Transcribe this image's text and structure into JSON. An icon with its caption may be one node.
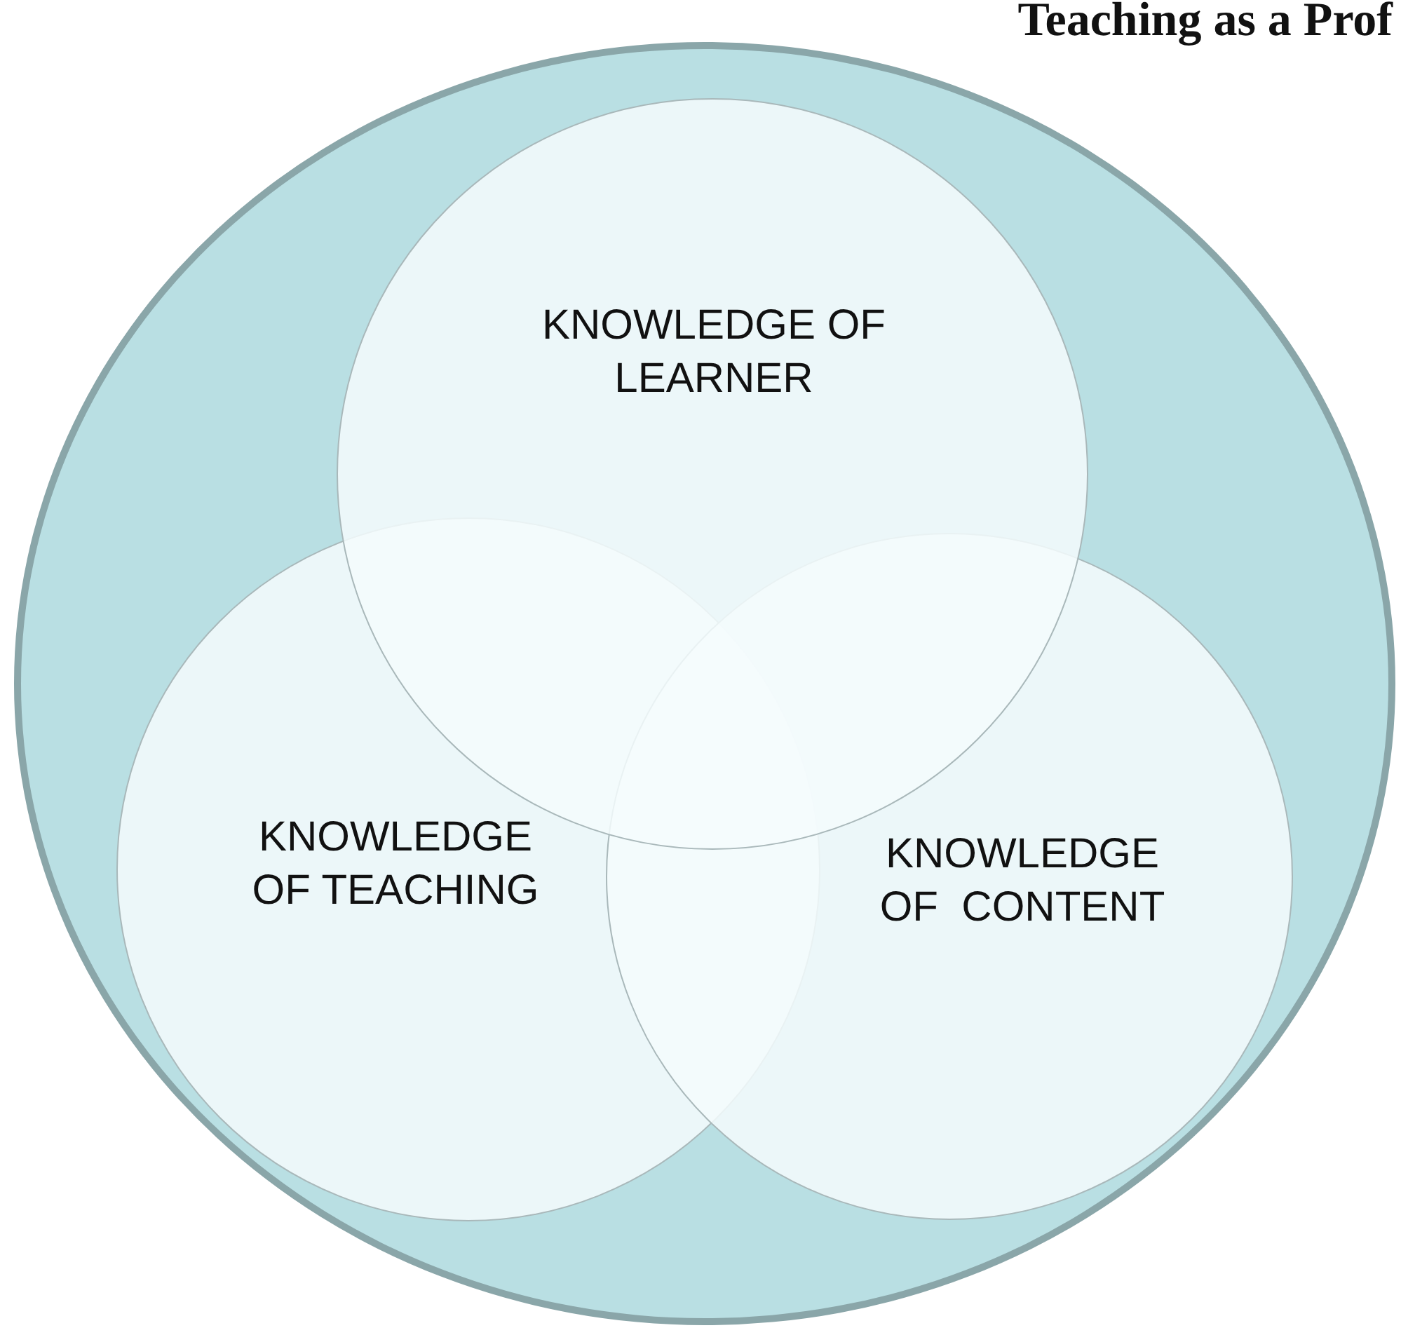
{
  "diagram": {
    "title": "Teaching as a Prof",
    "nodes": [
      {
        "text": [],
        "shape": "circle"
      },
      {
        "text": [
          "KNOWLEDGE OF LEARNER"
        ],
        "in": 0
      },
      {
        "text": [
          "KNOWLEDGE OF TEACHING"
        ],
        "in": 0
      },
      {
        "text": [
          "KNOWLEDGE OF  CONTENT"
        ],
        "in": 0
      }
    ]
  }
}
